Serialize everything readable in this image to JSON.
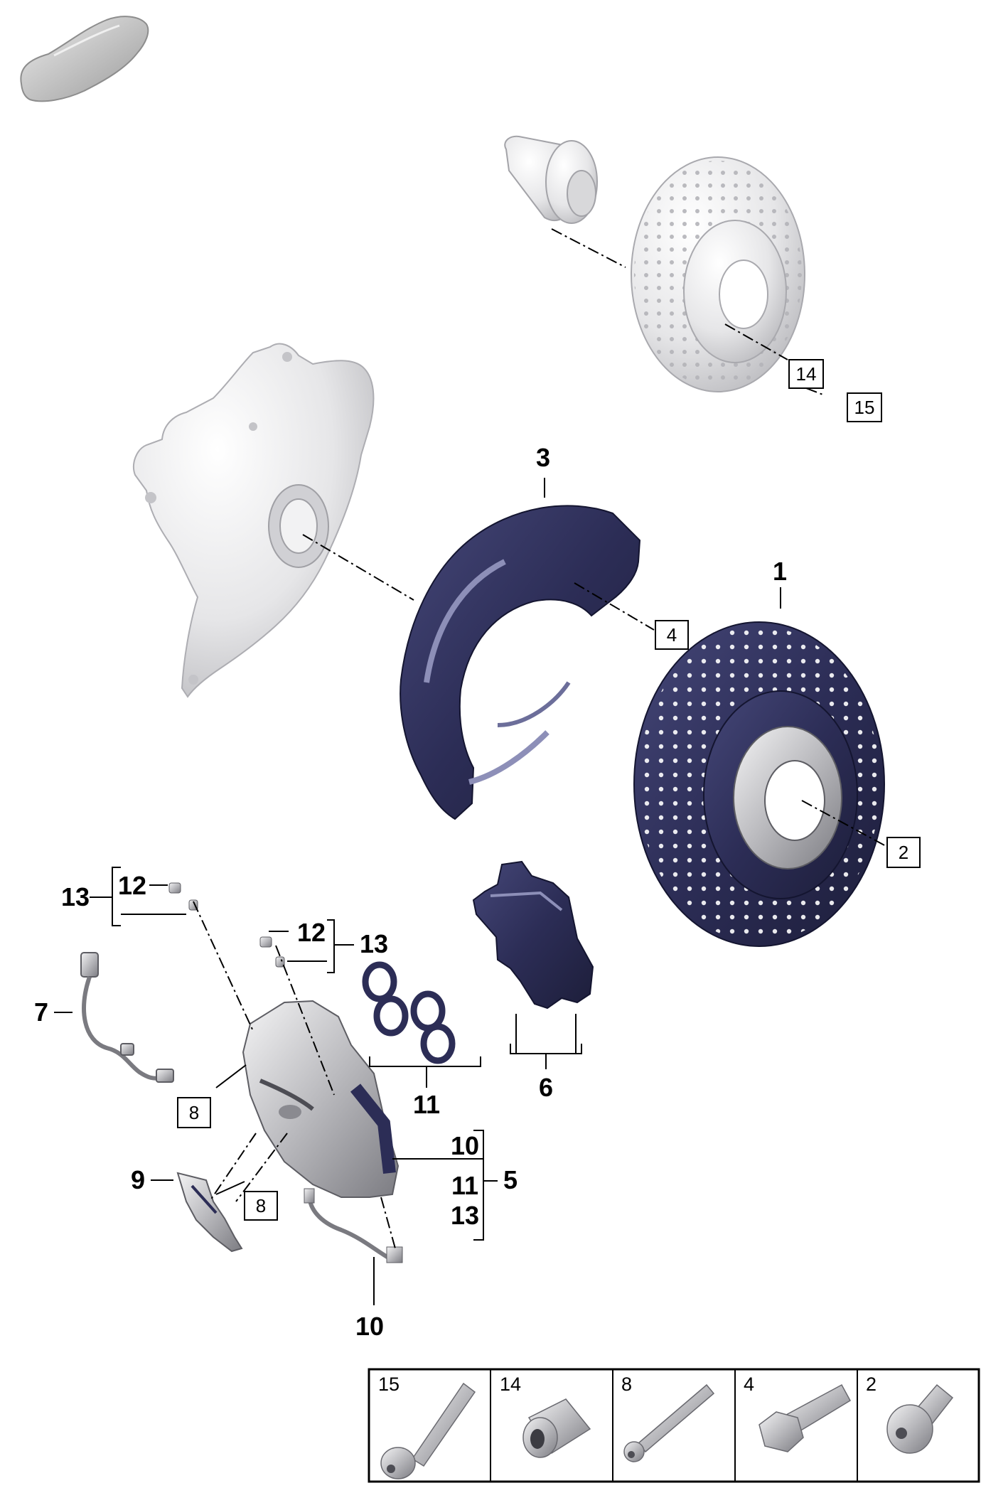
{
  "diagram": {
    "callouts": {
      "c1": "1",
      "c3": "3",
      "c6": "6",
      "c7": "7",
      "c9": "9",
      "c10_bottom": "10",
      "c11_seals": "11",
      "c12_left": "12",
      "c13_left": "13",
      "c12_right": "12",
      "c13_right": "13",
      "c5": "5",
      "c5_list": [
        "10",
        "11",
        "13"
      ]
    },
    "boxed_callouts": {
      "b14": "14",
      "b15": "15",
      "b4": "4",
      "b2": "2",
      "b8_upper": "8",
      "b8_lower": "8"
    },
    "parts_table": [
      "15",
      "14",
      "8",
      "4",
      "2"
    ]
  },
  "colors": {
    "disc_dark": "#2c2d56",
    "part_light": "#e4e4e6",
    "caliper": "#b7b7bc"
  },
  "icons": {
    "car": "car-silhouette-icon",
    "bolt": "bolt-icon",
    "bushing": "bushing-icon"
  }
}
